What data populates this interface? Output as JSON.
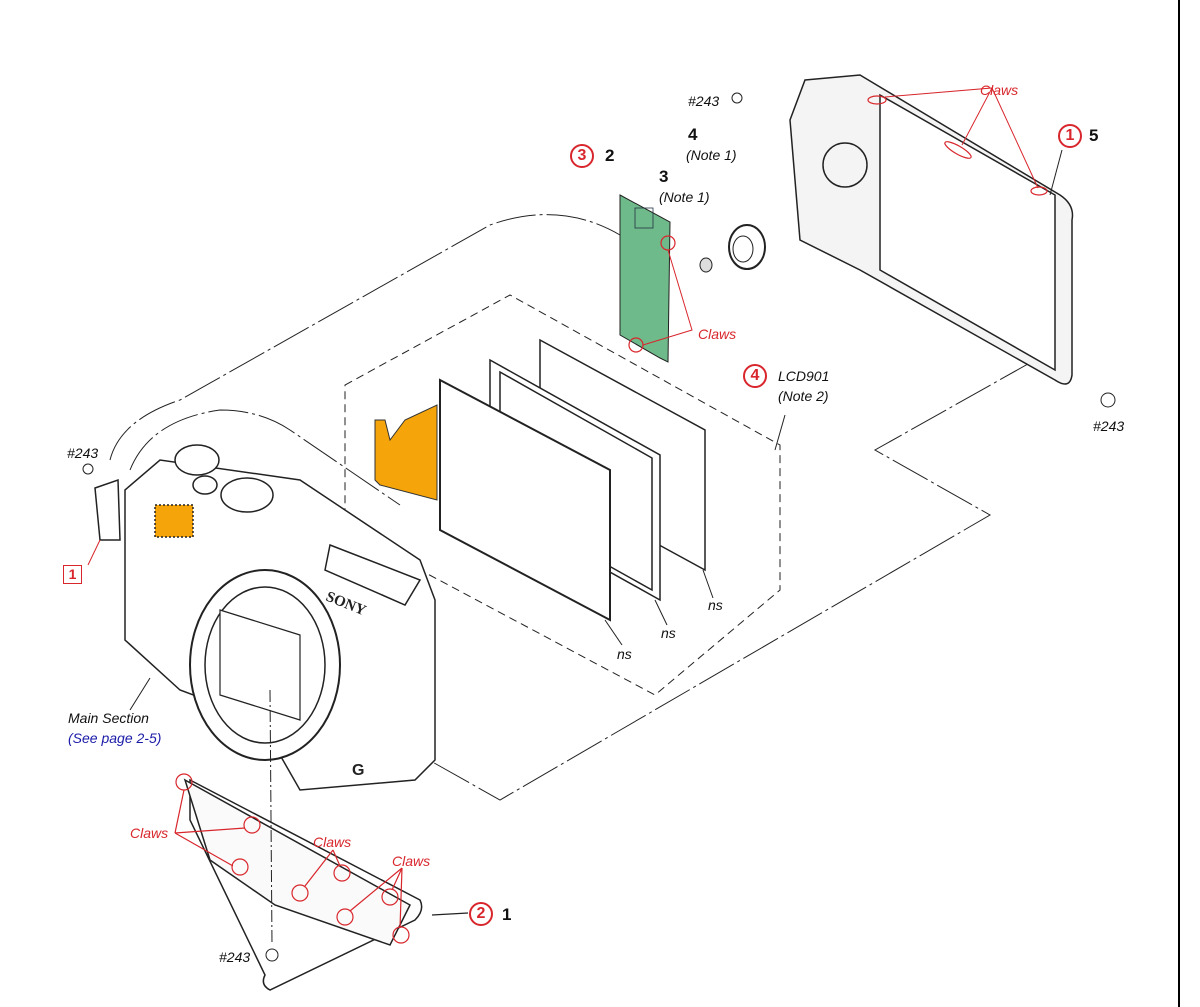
{
  "diagram": {
    "title": "Exploded view - LCD / Rear cabinet section",
    "colors": {
      "callout": "#d8262c",
      "link": "#1a1aa8",
      "flex_cable": "#f5a50a",
      "pcb": "#6fba8a"
    },
    "parts": [
      {
        "ref": "1",
        "circle": "2",
        "name": "bottom-cabinet"
      },
      {
        "ref": "2",
        "circle": "3",
        "name": "pcb-board"
      },
      {
        "ref": "3",
        "note": "(Note 1)",
        "name": "small-knob"
      },
      {
        "ref": "4",
        "note": "(Note 1)",
        "name": "control-dial"
      },
      {
        "ref": "5",
        "circle": "1",
        "name": "rear-cabinet"
      }
    ],
    "lcd": {
      "circle": "4",
      "label": "LCD901",
      "note": "(Note 2)"
    },
    "screws": [
      "#243",
      "#243",
      "#243",
      "#243"
    ],
    "claws_label": "Claws",
    "ns_label": "ns",
    "main_section": {
      "label": "Main Section",
      "link": "(See page 2-5)"
    },
    "square_callout": "1",
    "brand": "SONY",
    "g_logo": "G"
  }
}
